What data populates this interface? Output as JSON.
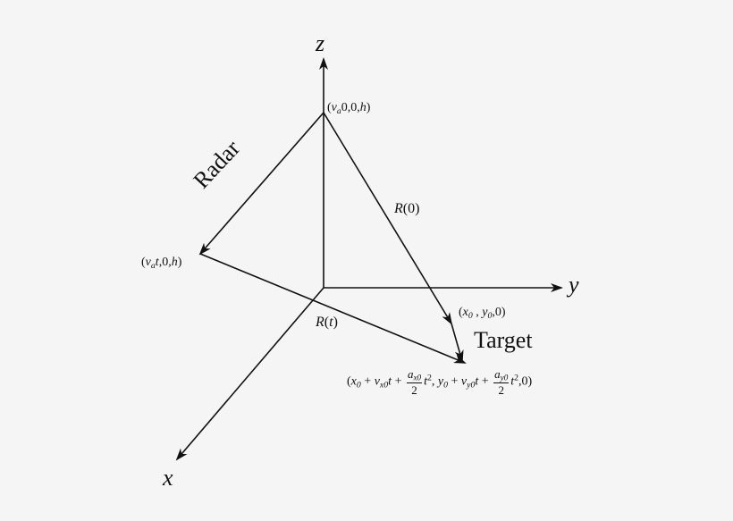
{
  "axes": {
    "x_label": "x",
    "y_label": "y",
    "z_label": "z"
  },
  "points": {
    "radar_start": {
      "pre": "(",
      "var": "v",
      "sub": "a",
      "post": "0,0,",
      "h": "h",
      "close": ")"
    },
    "radar_t": {
      "pre": "(",
      "var": "v",
      "sub": "a",
      "t": "t",
      "post": ",0,",
      "h": "h",
      "close": ")"
    },
    "target_start": {
      "pre": "(",
      "x": "x",
      "xsub": "0",
      "sep": " , ",
      "y": "y",
      "ysub": "0",
      "post": ",0)"
    },
    "target_t": {
      "open": "(",
      "x": "x",
      "xsub": "0",
      "plus1": " + ",
      "vx": "v",
      "vxsub": "x0",
      "t1": "t",
      "plus2": " + ",
      "ax_num_var": "a",
      "ax_num_sub": "x0",
      "ax_den": "2",
      "t2": "t",
      "sq1": "2",
      "comma": ", ",
      "y": "y",
      "ysub": "0",
      "plus3": " + ",
      "vy": "v",
      "vysub": "y0",
      "t3": "t",
      "plus4": " + ",
      "ay_num_var": "a",
      "ay_num_sub": "y0",
      "ay_den": "2",
      "t4": "t",
      "sq2": "2",
      "close": ",0)"
    }
  },
  "labels": {
    "radar": "Radar",
    "target": "Target",
    "range_0": {
      "R": "R",
      "arg": "(0)"
    },
    "range_t": {
      "R": "R",
      "open": "(",
      "t": "t",
      "close": ")"
    }
  },
  "colors": {
    "background": "#f5f5f5",
    "line": "#111111"
  }
}
